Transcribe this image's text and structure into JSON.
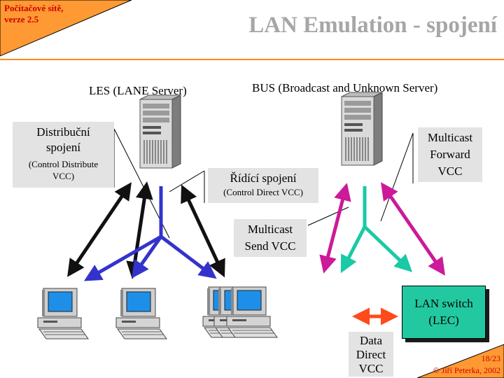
{
  "header": {
    "course_title": "Počítačové sítě,",
    "course_version": "verze 2.5",
    "slide_title": "LAN Emulation - spojení"
  },
  "servers": {
    "les_label": "LES (LANE Server)",
    "bus_label": "BUS (Broadcast and Unknown Server)"
  },
  "labels": {
    "distribution_title_1": "Distribuční",
    "distribution_title_2": "spojení",
    "distribution_subtitle_1": "(Control Distribute",
    "distribution_subtitle_2": "VCC)",
    "control_title": "Řídící spojení",
    "control_subtitle": "(Control Direct VCC)",
    "multicast_send_1": "Multicast",
    "multicast_send_2": "Send VCC",
    "multicast_forward_1": "Multicast",
    "multicast_forward_2": "Forward",
    "multicast_forward_3": "VCC",
    "lan_switch_1": "LAN switch",
    "lan_switch_2": "(LEC)",
    "data_direct_1": "Data",
    "data_direct_2": "Direct",
    "data_direct_3": "VCC"
  },
  "footer": {
    "page_number": "18/23",
    "copyright": "© Jiří Peterka, 2002"
  },
  "colors": {
    "accent_orange": "#ff8c1a",
    "title_grey": "#a6a6a6",
    "heading_red": "#cc0000",
    "distribute_vcc": "#111111",
    "control_vcc": "#3333cc",
    "multicast_forward_vcc": "#cc1a99",
    "multicast_send_vcc": "#1ac9a6",
    "data_direct_vcc": "#ff4a1a",
    "switch_fill": "#22c9a0"
  }
}
